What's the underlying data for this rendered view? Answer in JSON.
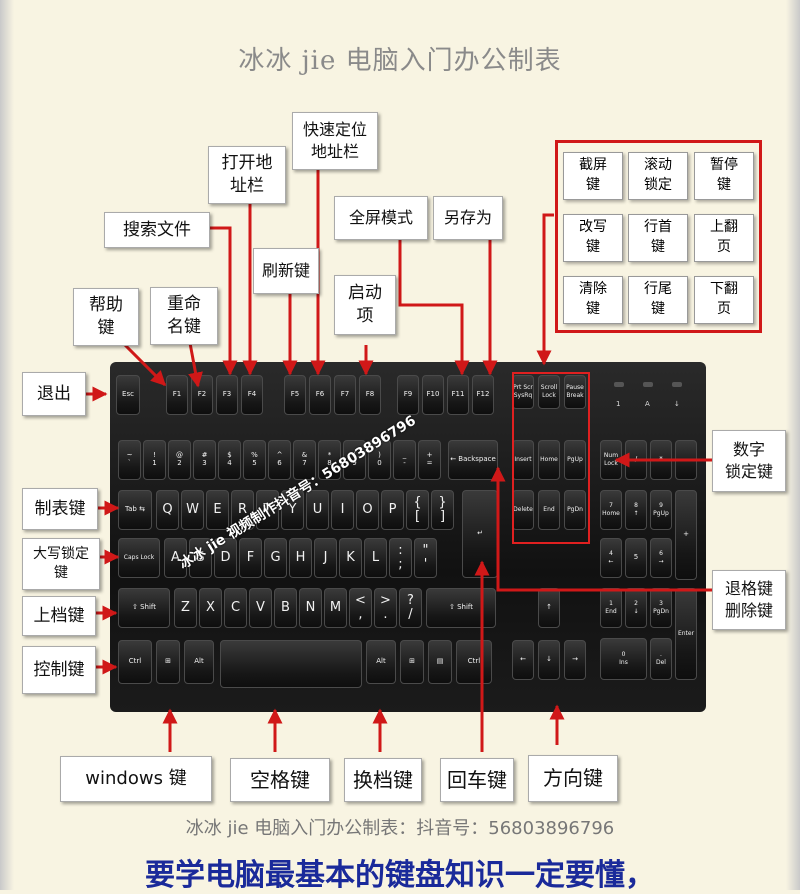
{
  "title": "冰冰 jie 电脑入门办公制表",
  "footer": "冰冰 jie 电脑入门办公制表：抖音号：56803896796",
  "bottom_line": "要学电脑最基本的键盘知识一定要懂，",
  "watermark": "冰冰 jie 视频制作抖音号：56803896796",
  "labels": {
    "quick_locate": "快速定位\n地址栏",
    "open_address": "打开地\n址栏",
    "search_file": "搜索文件",
    "fullscreen": "全屏模式",
    "save_as": "另存为",
    "refresh": "刷新键",
    "start_item": "启动\n项",
    "help": "帮助\n键",
    "rename": "重命\n名键",
    "exit": "退出",
    "tab": "制表键",
    "caps": "大写锁定\n键",
    "shift": "上档键",
    "ctrl": "控制键",
    "num_lock": "数字\n锁定键",
    "backspace": "退格键\n删除键",
    "windows": "windows 键",
    "space": "空格键",
    "alt": "换档键",
    "enter": "回车键",
    "arrows": "方向键"
  },
  "grid": [
    "截屏\n键",
    "滚动\n锁定",
    "暂停\n键",
    "改写\n键",
    "行首\n键",
    "上翻\n页",
    "清除\n键",
    "行尾\n键",
    "下翻\n页"
  ],
  "keys": {
    "esc": "Esc",
    "f": [
      "F1",
      "F2",
      "F3",
      "F4",
      "F5",
      "F6",
      "F7",
      "F8",
      "F9",
      "F10",
      "F11",
      "F12"
    ],
    "prtsc": "Prt Scr\nSysRq",
    "scroll": "Scroll\nLock",
    "pause": "Pause\nBreak",
    "num_row": [
      "~\n`",
      "!\n1",
      "@\n2",
      "#\n3",
      "$\n4",
      "%\n5",
      "^\n6",
      "&\n7",
      "*\n8",
      "(\n9",
      ")\n0",
      "_\n-",
      "+\n="
    ],
    "backspace": "← Backspace",
    "insert": "Insert",
    "home": "Home",
    "pgup": "PgUp",
    "delete": "Delete",
    "end": "End",
    "pgdn": "PgDn",
    "numlock": "Num\nLock",
    "np_div": "/",
    "np_mul": "*",
    "np_sub": "−",
    "tab": "Tab ⇆",
    "q_row": [
      "Q",
      "W",
      "E",
      "R",
      "T",
      "Y",
      "U",
      "I",
      "O",
      "P",
      "{\n[",
      "}\n]"
    ],
    "np7": "7\nHome",
    "np8": "8\n↑",
    "np9": "9\nPgUp",
    "np_add": "+",
    "caps": "Caps Lock",
    "a_row": [
      "A",
      "S",
      "D",
      "F",
      "G",
      "H",
      "J",
      "K",
      "L",
      ":\n;",
      "\"\n'"
    ],
    "enter": "↵",
    "np4": "4\n←",
    "np5": "5",
    "np6": "6\n→",
    "shift": "⇧ Shift",
    "z_row": [
      "Z",
      "X",
      "C",
      "V",
      "B",
      "N",
      "M",
      "<\n,",
      ">\n.",
      "?\n/"
    ],
    "rshift": "⇧ Shift",
    "up": "↑",
    "np1": "1\nEnd",
    "np2": "2\n↓",
    "np3": "3\nPgDn",
    "np_enter": "Enter",
    "ctrl": "Ctrl",
    "win": "⊞",
    "alt": "Alt",
    "altgr": "Alt",
    "win2": "⊞",
    "menu": "▤",
    "rctrl": "Ctrl",
    "left": "←",
    "down": "↓",
    "right": "→",
    "np0": "0\nIns",
    "np_dot": ".\nDel",
    "led1": "1",
    "led2": "A",
    "led3": "↓"
  },
  "accent_color": "#d01818",
  "bottom_text_color": "#1a2a9a"
}
